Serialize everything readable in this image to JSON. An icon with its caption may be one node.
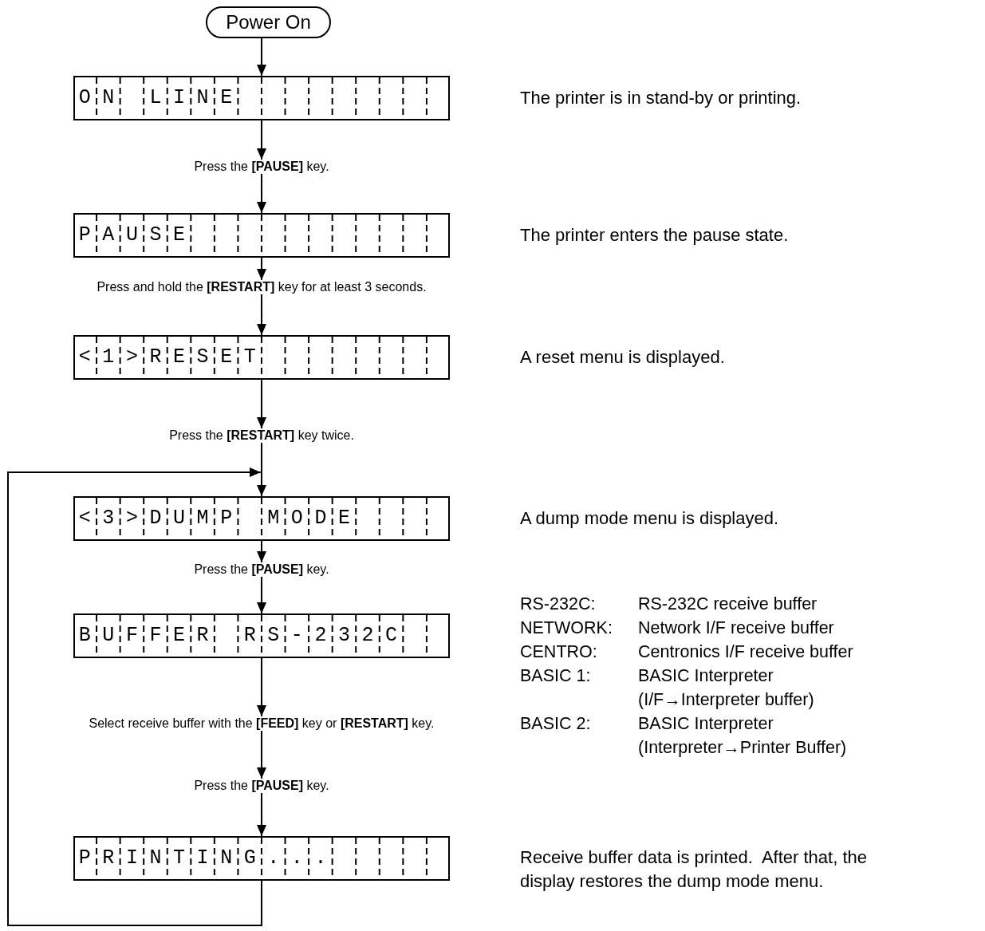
{
  "diagram": {
    "nodes": [
      {
        "text": [
          "Power On"
        ]
      },
      {
        "text": [
          "ON LINE"
        ],
        "beside": [
          "The printer is in stand-by or printing."
        ]
      },
      {
        "text": [
          "Press the **[PAUSE]** key."
        ]
      },
      {
        "text": [
          "PAUSE"
        ],
        "beside": [
          "The printer enters the pause state."
        ]
      },
      {
        "text": [
          "Press and hold the **[RESTART]** key for at least 3 seconds."
        ]
      },
      {
        "text": [
          "<1>RESET"
        ],
        "beside": [
          "A reset menu is displayed."
        ]
      },
      {
        "text": [
          "Press the **[RESTART]** key twice."
        ]
      },
      {
        "text": [
          "<3>DUMP MODE"
        ],
        "beside": [
          "A dump mode menu is displayed."
        ]
      },
      {
        "text": [
          "Press the **[PAUSE]** key."
        ]
      },
      {
        "text": [
          "BUFFER RS-232C"
        ],
        "beside": [
          "RS-232C:",
          "RS-232C receive buffer",
          "NETWORK:",
          "Network I/F receive buffer",
          "CENTRO:",
          "Centronics I/F receive buffer",
          "BASIC 1:",
          "BASIC Interpreter (I/F→Interpreter buffer)",
          "BASIC 2:",
          "BASIC Interpreter (Interpreter→Printer Buffer)"
        ]
      },
      {
        "text": [
          "Select receive buffer with the **[FEED]** key or **[RESTART]** key."
        ]
      },
      {
        "text": [
          "Press the **[PAUSE]** key."
        ]
      },
      {
        "text": [
          "PRINTING..."
        ]
      }
    ],
    "labels": [
      "Receive buffer data is printed.  After that, the display restores the dump mode menu."
    ],
    "edges": [
      {
        "from": 0,
        "to": 1,
        "arrow": "to"
      },
      {
        "from": 1,
        "to": 2,
        "arrow": "to"
      },
      {
        "from": 2,
        "to": 3,
        "arrow": "to"
      },
      {
        "from": 3,
        "to": 4,
        "arrow": "to"
      },
      {
        "from": 4,
        "to": 5,
        "arrow": "to"
      },
      {
        "from": 5,
        "to": 6,
        "arrow": "to"
      },
      {
        "from": 6,
        "to": 7,
        "arrow": "to"
      },
      {
        "from": 7,
        "to": 8,
        "arrow": "to"
      },
      {
        "from": 8,
        "to": 9,
        "arrow": "to"
      },
      {
        "from": 9,
        "to": 10,
        "arrow": "to"
      },
      {
        "from": 10,
        "to": 11,
        "arrow": "to"
      },
      {
        "from": 11,
        "to": 12,
        "arrow": "to"
      },
      {
        "from": 12,
        "to": 7,
        "arrow": "to"
      }
    ]
  }
}
